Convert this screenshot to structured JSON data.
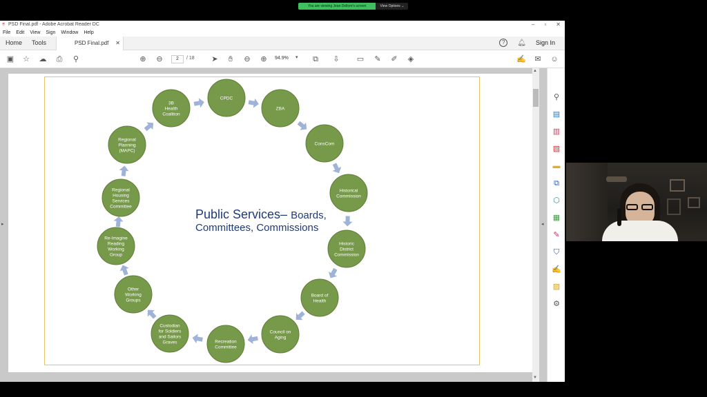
{
  "share_banner": {
    "message": "You are viewing Jean Dellore's screen",
    "options_label": "View Options ⌄"
  },
  "window": {
    "title": "PSD Final.pdf - Adobe Acrobat Reader DC"
  },
  "menu": [
    "File",
    "Edit",
    "View",
    "Sign",
    "Window",
    "Help"
  ],
  "tabs": {
    "home": "Home",
    "tools": "Tools",
    "document": "PSD Final.pdf",
    "sign_in": "Sign In"
  },
  "toolbar": {
    "current_page": "2",
    "total_pages": "/ 18",
    "zoom": "94.9%"
  },
  "slide": {
    "title_main": "Public Services",
    "title_dash": "–",
    "title_rest": "Boards,",
    "title_line2": "Committees, Commissions",
    "page_number": "2",
    "nodes": [
      {
        "lines": [
          "CPDC"
        ]
      },
      {
        "lines": [
          "ZBA"
        ]
      },
      {
        "lines": [
          "ConsCom"
        ]
      },
      {
        "lines": [
          "Historical",
          "Commission"
        ]
      },
      {
        "lines": [
          "Historic",
          "District",
          "Commission"
        ]
      },
      {
        "lines": [
          "Board of",
          "Health"
        ]
      },
      {
        "lines": [
          "Council on",
          "Aging"
        ]
      },
      {
        "lines": [
          "Recreation",
          "Committee"
        ]
      },
      {
        "lines": [
          "Custodian",
          "for Soldiers",
          "and Sailors",
          "Graves"
        ]
      },
      {
        "lines": [
          "Other",
          "Working",
          "Groups"
        ]
      },
      {
        "lines": [
          "Re-Imagine",
          "Reading",
          "Working",
          "Group"
        ]
      },
      {
        "lines": [
          "Regional",
          "Housing",
          "Services",
          "Committee"
        ]
      },
      {
        "lines": [
          "Regional",
          "Planning",
          "(MAPC)"
        ]
      },
      {
        "lines": [
          "3B",
          "Health",
          "Coalition"
        ]
      }
    ],
    "node_color": "#77994a",
    "node_stroke": "#5f7d3a",
    "arrow_color": "#9fb3d9",
    "title_color": "#1f3a78"
  }
}
